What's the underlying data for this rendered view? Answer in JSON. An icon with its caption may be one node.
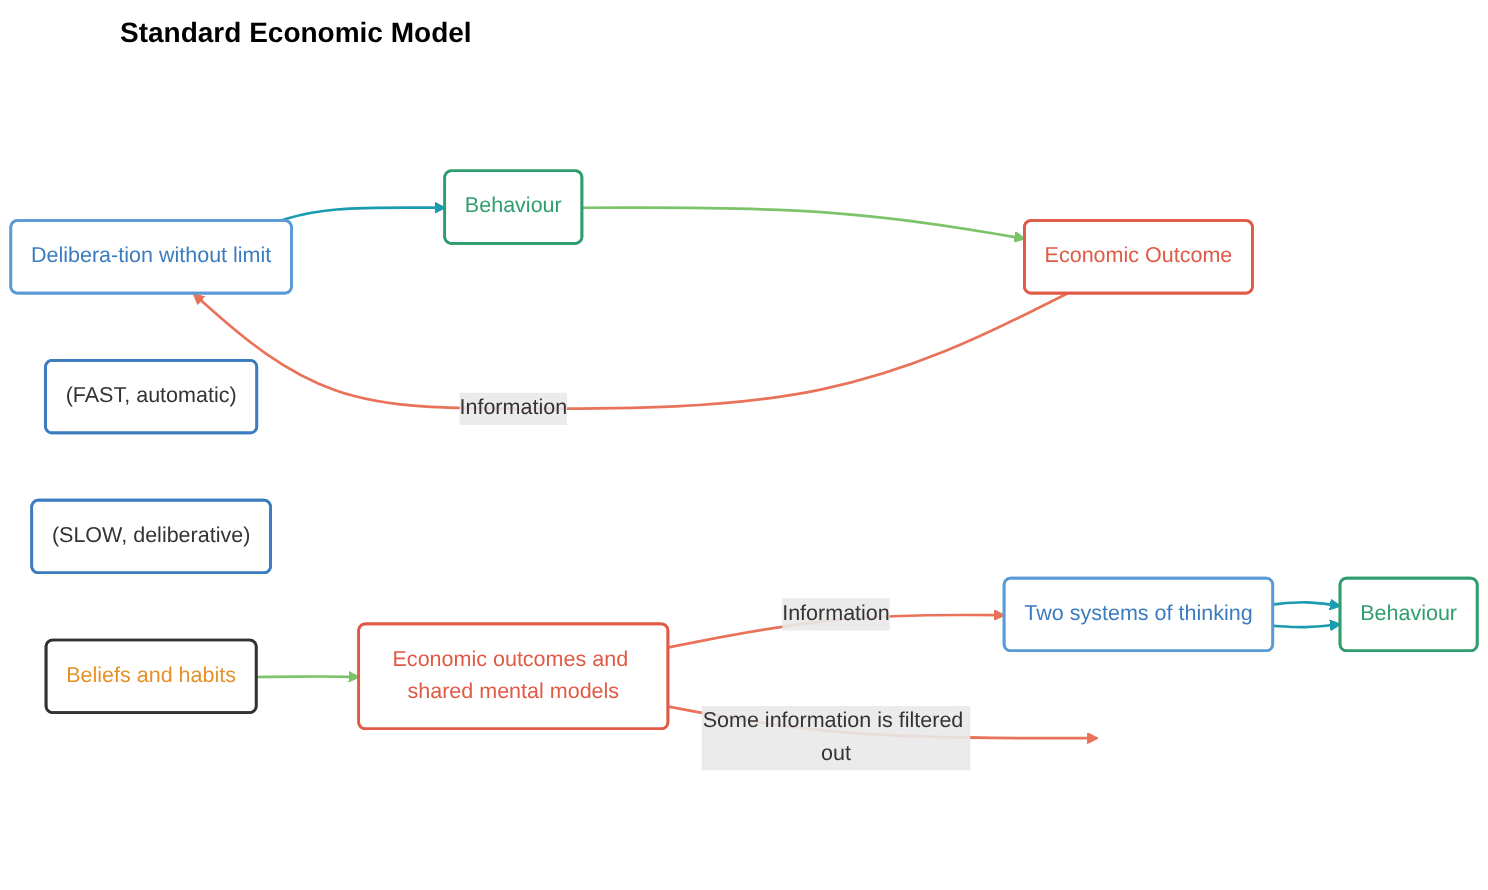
{
  "diagram": {
    "title": "Standard Economic Model",
    "nodes": [
      {
        "text": [
          "Delibera-tion without limit"
        ]
      },
      {
        "text": [
          "Behaviour"
        ]
      },
      {
        "text": [
          "Economic Outcome"
        ]
      },
      {
        "text": [
          "Two systems of thinking"
        ]
      },
      {
        "text": [
          "(FAST, automatic)"
        ]
      },
      {
        "text": [
          "(SLOW, deliberative)"
        ]
      },
      {
        "text": [
          "Behaviour"
        ]
      },
      {
        "text": [
          "Beliefs and habits"
        ]
      },
      {
        "text": [
          "Economic outcomes and shared mental models"
        ]
      }
    ],
    "edges": [
      {
        "from": 2,
        "to": 0,
        "arrow": "to",
        "label": "Information",
        "color": "#e8735a"
      },
      {
        "from": 0,
        "to": 1,
        "arrow": "to",
        "color": "#1a9bb0"
      },
      {
        "from": 1,
        "to": 2,
        "arrow": "to",
        "color": "#7cc36a"
      },
      {
        "from": 8,
        "to": 3,
        "arrow": "to",
        "label": "Information",
        "color": "#e8735a"
      },
      {
        "from": 8,
        "to": null,
        "arrow": "to",
        "label": "Some information is filtered out",
        "color": "#e8735a"
      },
      {
        "from": 3,
        "to": 6,
        "arrow": "to",
        "color": "#1a9bb0"
      },
      {
        "from": 3,
        "to": 6,
        "arrow": "to",
        "color": "#1a9bb0"
      },
      {
        "from": 7,
        "to": 8,
        "arrow": "to",
        "color": "#7cc36a"
      }
    ]
  }
}
